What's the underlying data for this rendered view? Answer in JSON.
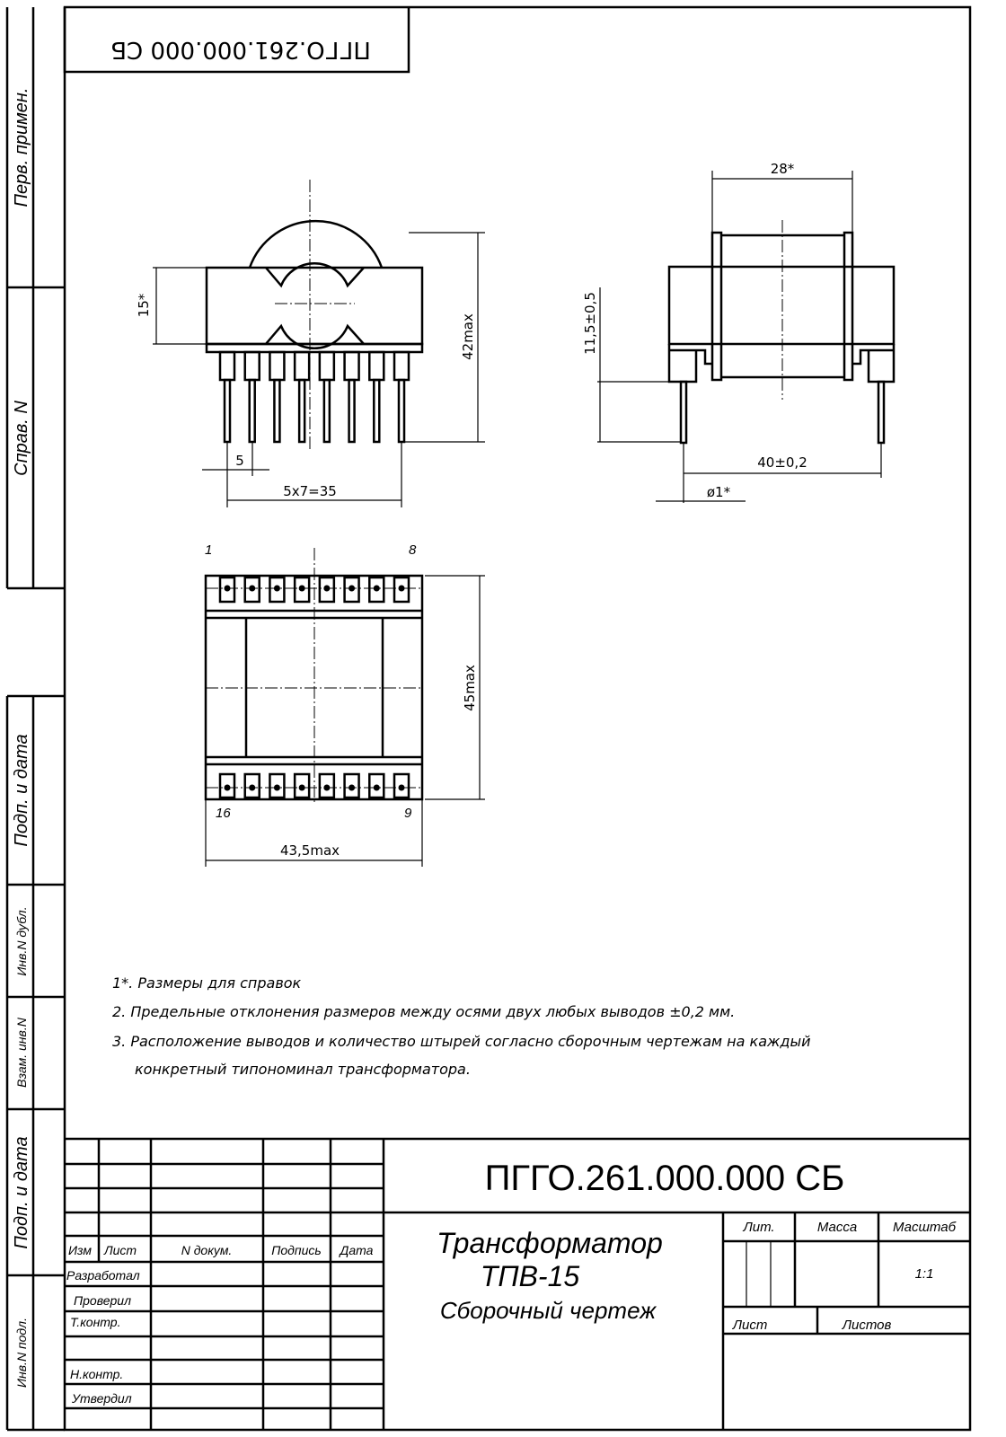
{
  "stamp_rotated": "ПГГО.261.000.000 СБ",
  "side_labels": {
    "perv_primen": "Перв. примен.",
    "sprav_n": "Справ. N",
    "podp_data_1": "Подп. и дата",
    "inv_dubl": "Инв.N дубл.",
    "vzam_inv": "Взам. инв.N",
    "podp_data_2": "Подп. и дата",
    "inv_podl": "Инв.N подл."
  },
  "front_view": {
    "dim_height_body": "15*",
    "dim_height_total": "42max",
    "dim_pitch": "5",
    "dim_span": "5x7=35",
    "pin_count": 8
  },
  "side_view": {
    "dim_width": "28*",
    "dim_pin_length": "11,5±0,5",
    "dim_pin_spacing": "40±0,2",
    "dim_pin_diameter": "ø1*"
  },
  "top_view": {
    "pin_label_1": "1",
    "pin_label_8": "8",
    "pin_label_16": "16",
    "pin_label_9": "9",
    "dim_height": "45max",
    "dim_width": "43,5max"
  },
  "notes": [
    "1*. Размеры для справок",
    "2.  Предельные отклонения размеров между осями двух любых выводов ±0,2 мм.",
    "3.  Расположение выводов и количество штырей согласно сборочным чертежам на каждый",
    "конкретный типономинал трансформатора."
  ],
  "title_block": {
    "designation": "ПГГО.261.000.000 СБ",
    "name_line1": "Трансформатор",
    "name_line2": "ТПВ-15",
    "doc_type": "Сборочный чертеж",
    "col_izm": "Изм",
    "col_list": "Лист",
    "col_ndokum": "N докум.",
    "col_podpis": "Подпись",
    "col_data": "Дата",
    "razrabotal": "Разработал",
    "proveril": "Проверил",
    "t_kontr": "Т.контр.",
    "n_kontr": "Н.контр.",
    "utverdil": "Утвердил",
    "lit": "Лит.",
    "massa": "Масса",
    "masshtab": "Масштаб",
    "scale_value": "1:1",
    "sheet": "Лист",
    "sheets": "Листов"
  }
}
